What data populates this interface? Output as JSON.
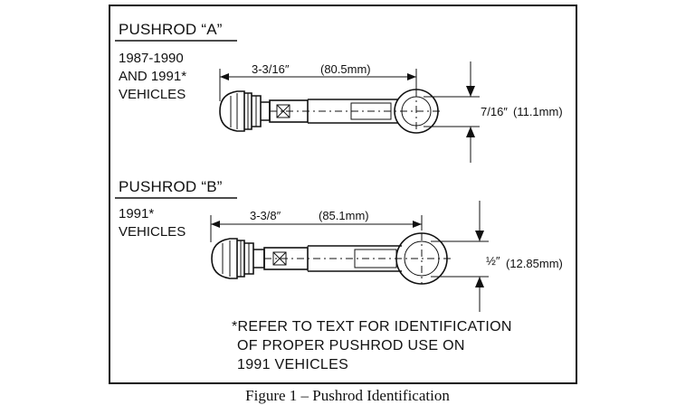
{
  "pushrod_a": {
    "title": "PUSHROD “A”",
    "vehicles": [
      "1987-1990",
      "AND 1991*",
      "VEHICLES"
    ],
    "length_imperial": "3-3/16″",
    "length_metric": "(80.5mm)",
    "eye_imperial": "7/16″",
    "eye_metric": "(11.1mm)"
  },
  "pushrod_b": {
    "title": "PUSHROD “B”",
    "vehicles": [
      "1991*",
      "VEHICLES"
    ],
    "length_imperial": "3-3/8″",
    "length_metric": "(85.1mm)",
    "eye_imperial": "½″",
    "eye_metric": "(12.85mm)"
  },
  "footnote": [
    "*REFER TO TEXT FOR IDENTIFICATION",
    "OF PROPER PUSHROD USE ON",
    "1991 VEHICLES"
  ],
  "caption": "Figure 1 – Pushrod Identification"
}
